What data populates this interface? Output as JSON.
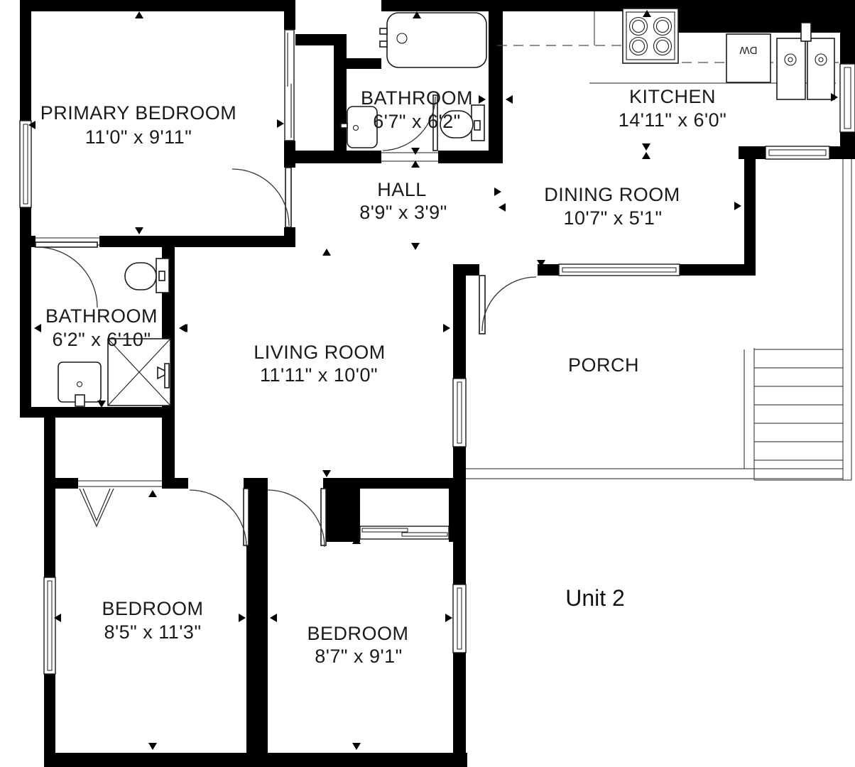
{
  "title": "Unit 2",
  "rooms": [
    {
      "name": "PRIMARY BEDROOM",
      "dims": "11'0\" x 9'11\""
    },
    {
      "name": "BATHROOM",
      "dims": "6'7\" x 6'2\""
    },
    {
      "name": "KITCHEN",
      "dims": "14'11\" x 6'0\""
    },
    {
      "name": "HALL",
      "dims": "8'9\" x 3'9\""
    },
    {
      "name": "DINING ROOM",
      "dims": "10'7\" x 5'1\""
    },
    {
      "name": "BATHROOM",
      "dims": "6'2\" x 6'10\""
    },
    {
      "name": "LIVING ROOM",
      "dims": "11'11\" x 10'0\""
    },
    {
      "name": "PORCH",
      "dims": ""
    },
    {
      "name": "BEDROOM",
      "dims": "8'5\" x 11'3\""
    },
    {
      "name": "BEDROOM",
      "dims": "8'7\" x 9'1\""
    }
  ],
  "fixtures": {
    "dishwasher_label": "DW"
  },
  "colors": {
    "wall": "#000000",
    "background": "#ffffff",
    "thin_line": "#4a4a4a"
  }
}
